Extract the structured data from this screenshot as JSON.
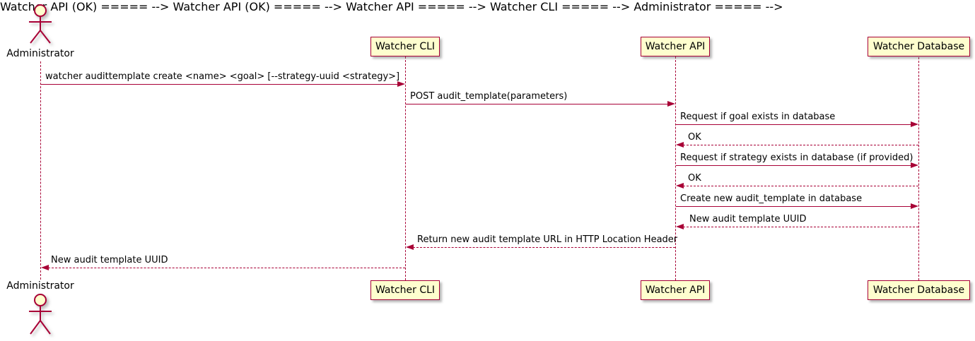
{
  "diagram": {
    "kind": "uml-sequence-diagram",
    "colors": {
      "accent": "#A80036",
      "participant_fill": "#FEFECE",
      "text": "#000000",
      "background": "#FFFFFF"
    }
  },
  "actors": {
    "administrator": {
      "label": "Administrator"
    }
  },
  "participants": [
    {
      "label": "Watcher CLI"
    },
    {
      "label": "Watcher API"
    },
    {
      "label": "Watcher Database"
    }
  ],
  "messages": [
    {
      "from": "Administrator",
      "to": "Watcher CLI",
      "style": "solid",
      "label": "watcher audittemplate create <name> <goal> [--strategy-uuid <strategy>]"
    },
    {
      "from": "Watcher CLI",
      "to": "Watcher API",
      "style": "solid",
      "label": "POST audit_template(parameters)"
    },
    {
      "from": "Watcher API",
      "to": "Watcher Database",
      "style": "solid",
      "label": "Request if goal exists in database"
    },
    {
      "from": "Watcher Database",
      "to": "Watcher API",
      "style": "dashed",
      "label": "OK"
    },
    {
      "from": "Watcher API",
      "to": "Watcher Database",
      "style": "solid",
      "label": "Request if strategy exists in database (if provided)"
    },
    {
      "from": "Watcher Database",
      "to": "Watcher API",
      "style": "dashed",
      "label": "OK"
    },
    {
      "from": "Watcher API",
      "to": "Watcher Database",
      "style": "solid",
      "label": "Create new audit_template in database"
    },
    {
      "from": "Watcher Database",
      "to": "Watcher API",
      "style": "dashed",
      "label": "New audit template UUID"
    },
    {
      "from": "Watcher API",
      "to": "Watcher CLI",
      "style": "dashed",
      "label": "Return new audit template URL in HTTP Location Header"
    },
    {
      "from": "Watcher CLI",
      "to": "Administrator",
      "style": "dashed",
      "label": "New audit template UUID"
    }
  ]
}
